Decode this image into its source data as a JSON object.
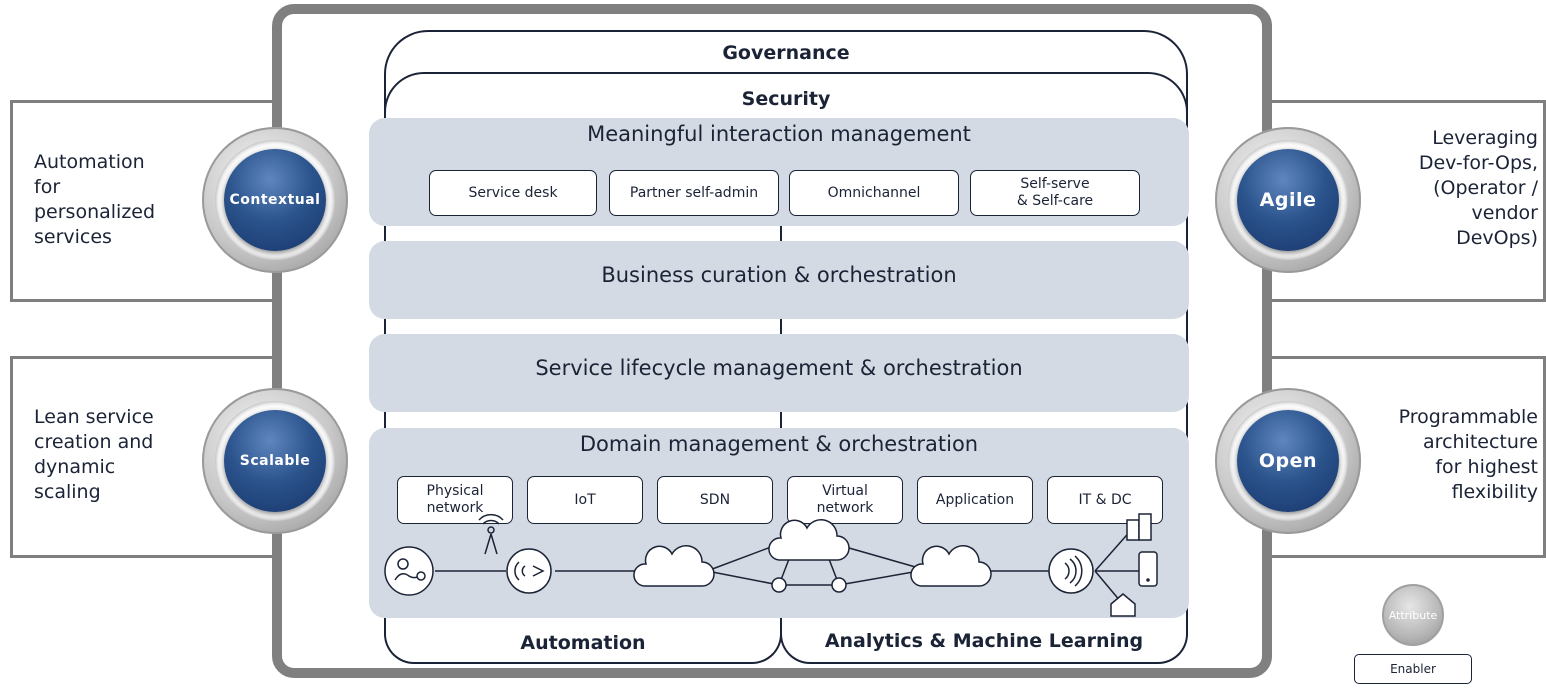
{
  "attributes": {
    "contextual": {
      "label": "Contextual",
      "description": "Automation\nfor\npersonalized\nservices"
    },
    "scalable": {
      "label": "Scalable",
      "description": "Lean service\ncreation and\ndynamic\nscaling"
    },
    "agile": {
      "label": "Agile",
      "description": "Leveraging\nDev-for-Ops,\n(Operator /\nvendor\nDevOps)"
    },
    "open": {
      "label": "Open",
      "description": "Programmable\narchitecture\nfor highest\nflexibility"
    }
  },
  "frame": {
    "governance": "Governance",
    "security": "Security",
    "automation": "Automation",
    "analytics": "Analytics & Machine Learning"
  },
  "layers": {
    "interaction": {
      "title": "Meaningful interaction management",
      "items": [
        "Service desk",
        "Partner self-admin",
        "Omnichannel",
        "Self-serve\n& Self-care"
      ]
    },
    "business": {
      "title": "Business curation & orchestration"
    },
    "service": {
      "title": "Service lifecycle management & orchestration"
    },
    "domain": {
      "title": "Domain management & orchestration",
      "items": [
        "Physical\nnetwork",
        "IoT",
        "SDN",
        "Virtual\nnetwork",
        "Application",
        "IT & DC"
      ]
    }
  },
  "legend": {
    "attribute": "Attribute",
    "enabler": "Enabler"
  },
  "colors": {
    "band": "#d3dae3",
    "ball": "#2c548d",
    "ink": "#1b2336",
    "frame": "#808080"
  },
  "network_icons": [
    "robot-hand-icon",
    "antenna-icon",
    "radio-node-icon",
    "cloud-icon",
    "cloud-icon",
    "cloud-icon",
    "router-node-icon",
    "router-node-icon",
    "wireless-hub-icon",
    "building-icon",
    "mobile-phone-icon",
    "home-icon"
  ]
}
